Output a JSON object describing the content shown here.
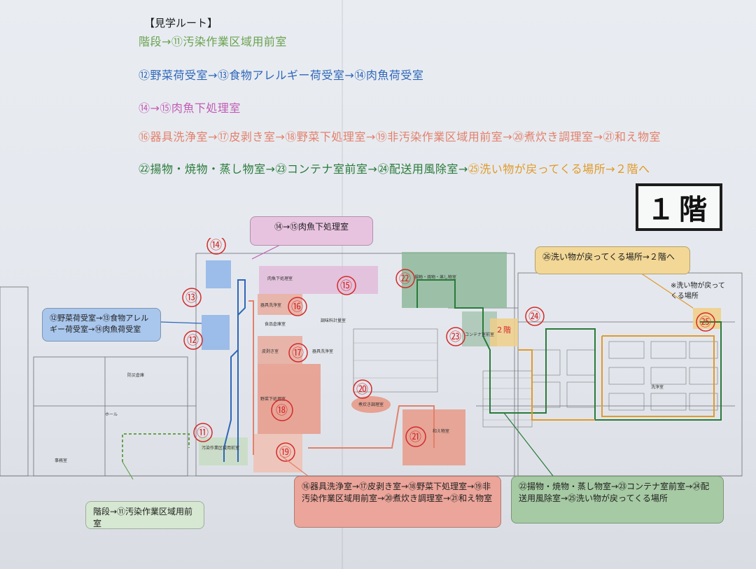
{
  "header": {
    "title": "【見学ルート】",
    "route_lines": [
      {
        "text": "階段→⑪汚染作業区域用前室",
        "color": "#6aa14f"
      },
      {
        "text": "⑫野菜荷受室→⑬食物アレルギー荷受室→⑭肉魚荷受室",
        "color": "#2e66b9"
      },
      {
        "text": "⑭→⑮肉魚下処理室",
        "color": "#c25bb3"
      },
      {
        "text": "⑯器具洗浄室→⑰皮剥き室→⑱野菜下処理室→⑲非汚染作業区域用前室→⑳煮炊き調理室→㉑和え物室",
        "color": "#e3806b"
      },
      {
        "text_part1": "㉒揚物・焼物・蒸し物室→㉓コンテナ室前室→㉔配送用風除室→",
        "text_part2": "㉕洗い物が戻ってくる場所→２階へ",
        "color1": "#2a7a3a",
        "color2": "#e19a2a"
      }
    ],
    "floor": "１階"
  },
  "callouts": {
    "meat_fish": "⑭→⑮肉魚下処理室",
    "receiving": "⑫野菜荷受室→⑬食物アレルギー荷受室→⑭肉魚荷受室",
    "stairs": "階段→⑪汚染作業区域用前室",
    "washing": "⑯器具洗浄室→⑰皮剥き室→⑱野菜下処理室→⑲非汚染作業区域用前室→⑳煮炊き調理室→㉑和え物室",
    "fried": "㉒揚物・焼物・蒸し物室→㉓コンテナ室前室→㉔配送用風除室→㉕洗い物が戻ってくる場所",
    "return_top": "㉖洗い物が戻ってくる場所→２階へ",
    "return_note": "※洗い物が戻ってくる場所"
  },
  "markers": {
    "m11": "⑪",
    "m12": "⑫",
    "m13": "⑬",
    "m14": "⑭",
    "m15": "⑮",
    "m16": "⑯",
    "m17": "⑰",
    "m18": "⑱",
    "m19": "⑲",
    "m20": "⑳",
    "m21": "㉑",
    "m22": "㉒",
    "m23": "㉓",
    "m24": "㉔",
    "m25": "㉕"
  },
  "rooms": {
    "meat_pre": "肉魚下処理室",
    "tool_wash": "器具洗浄室",
    "food_room": "食品倉庫室",
    "peel": "皮剥き室",
    "equip_wash": "器具洗浄室",
    "veg_pre": "野菜下処理室",
    "cook": "煮炊き調理室",
    "aemono": "和え物室",
    "fried": "揚物・焼物・蒸し物室",
    "container": "コンテナ室前室",
    "wash": "洗浄室",
    "hall": "ホール",
    "office": "事務室",
    "storage": "防災倉庫",
    "two_floor": "２階",
    "contam": "汚染作業区域用前室",
    "seasoning": "調味料計量室"
  },
  "colors": {
    "green": "#6aa14f",
    "blue": "#2e66b9",
    "pink": "#c25bb3",
    "salmon": "#e3806b",
    "dark_green": "#2a7a3a",
    "orange": "#e19a2a",
    "marker_red": "#d42a2a"
  }
}
